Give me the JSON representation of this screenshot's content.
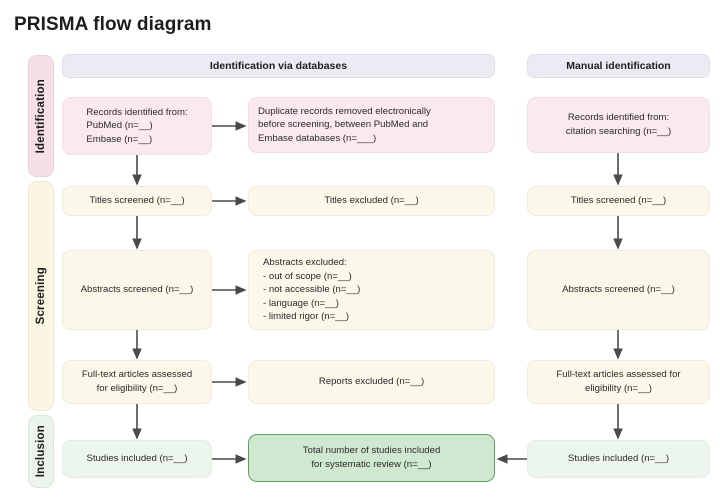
{
  "title": "PRISMA flow diagram",
  "colors": {
    "identification_tab": "#f6dfe9",
    "screening_tab": "#fbf6e2",
    "inclusion_tab": "#eaf4ea",
    "header_bar": "#eeeaf4",
    "pink_box": "#fae9f0",
    "cream_box": "#fbf8ea",
    "mint_box": "#edf6ed",
    "total_box": "#cfe8cf",
    "total_box_border": "#5f9e62",
    "arrow": "#4a4a4a"
  },
  "stages": [
    {
      "label": "Identification"
    },
    {
      "label": "Screening"
    },
    {
      "label": "Inclusion"
    }
  ],
  "headers": [
    {
      "label": "Identification via databases"
    },
    {
      "label": "Manual identification"
    }
  ],
  "nodes": {
    "records_identified": "Records identified from:\n      PubMed (n=__)\n      Embase (n=__)",
    "duplicates_removed": "Duplicate records removed electronically\nbefore screening, between PubMed and\nEmbase databases (n=___)",
    "titles_screened": "Titles screened (n=__)",
    "titles_excluded": "Titles excluded  (n=__)",
    "abstracts_screened": "Abstracts screened (n=__)",
    "abstracts_excluded": "Abstracts excluded:\n- out of scope (n=__)\n- not accessible (n=__)\n- language (n=__)\n- limited rigor (n=__)",
    "fulltext_assessed": "Full-text articles assessed\nfor eligibility (n=__)",
    "reports_excluded": "Reports excluded (n=__)",
    "studies_included": "Studies included (n=__)",
    "total_included": "Total number of studies included\nfor systematic review (n=__)",
    "manual_records_identified": "Records identified from:\ncitation searching  (n=__)",
    "manual_titles_screened": "Titles screened (n=__)",
    "manual_abstracts_screened": "Abstracts screened (n=__)",
    "manual_fulltext_assessed": "Full-text articles  assessed for\neligibility (n=__)",
    "manual_studies_included": "Studies included (n=__)"
  }
}
